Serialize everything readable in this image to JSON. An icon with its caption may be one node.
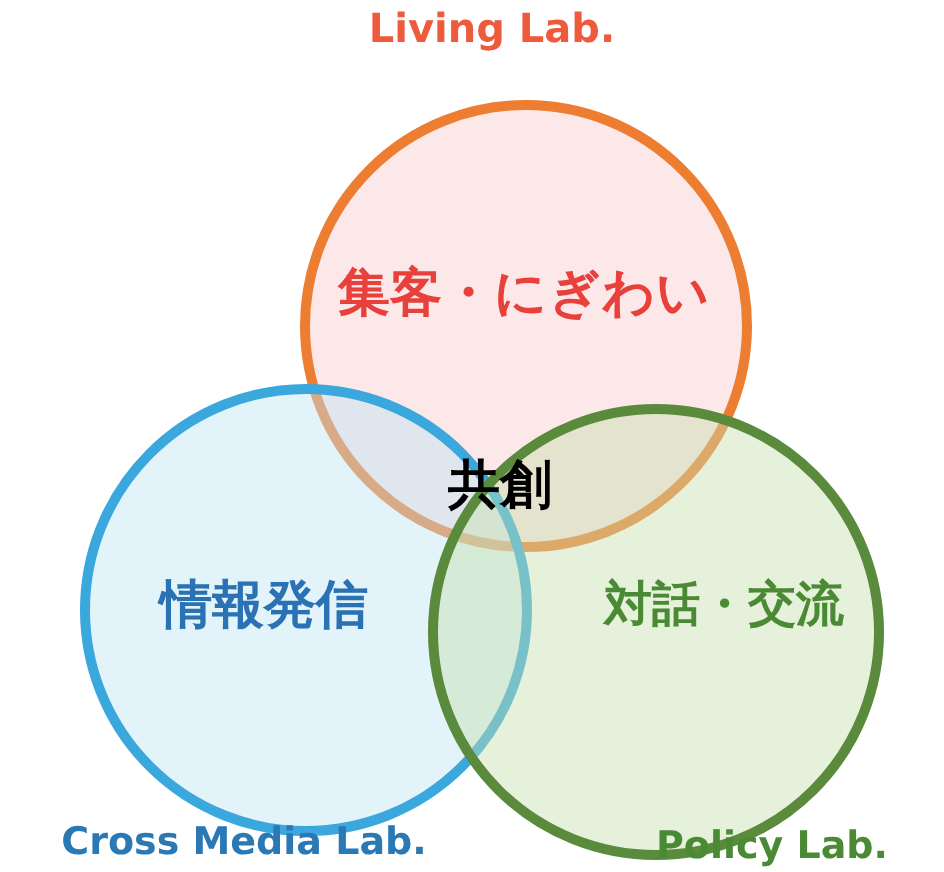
{
  "diagram": {
    "nodes": [
      {
        "text": [
          "Living Lab.",
          "集客・にぎわい"
        ]
      },
      {
        "text": [
          "情報発信",
          "Cross Media Lab."
        ]
      },
      {
        "text": [
          "対話・交流",
          "Policy Lab."
        ]
      }
    ],
    "labels": [
      "共創"
    ]
  }
}
